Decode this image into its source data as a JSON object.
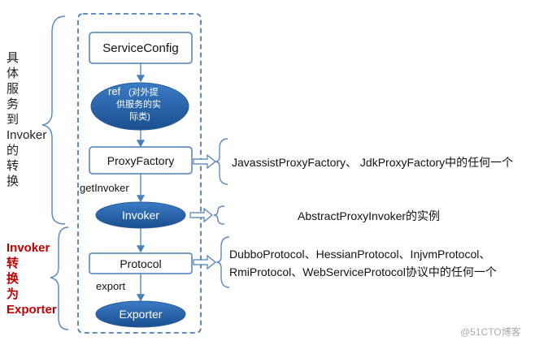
{
  "left_labels": {
    "top": "具\n体\n服\n务\n到\nInvoker\n的\n转\n换",
    "bottom": "Invoker\n转\n换\n为\nExporter"
  },
  "nodes": {
    "service_config": "ServiceConfig",
    "ref": "ref",
    "ref_note": "(对外提\n供服务的实\n际类)",
    "proxy_factory": "ProxyFactory",
    "invoker": "Invoker",
    "protocol": "Protocol",
    "exporter": "Exporter"
  },
  "edge_labels": {
    "get_invoker": "getInvoker",
    "export": "export"
  },
  "notes": {
    "proxy_factory": "JavassistProxyFactory、 JdkProxyFactory中的任何一个",
    "invoker": "AbstractProxyInvoker的实例",
    "protocol": "DubboProtocol、HessianProtocol、InjvmProtocol、\nRmiProtocol、WebServiceProtocol协议中的任何一个"
  },
  "watermark": "@51CTO博客",
  "colors": {
    "box_border": "#4a7ebb",
    "ellipse_fill": "#1f5fa8",
    "dashed_border": "#4a7ebb",
    "red_text": "#c00000"
  }
}
